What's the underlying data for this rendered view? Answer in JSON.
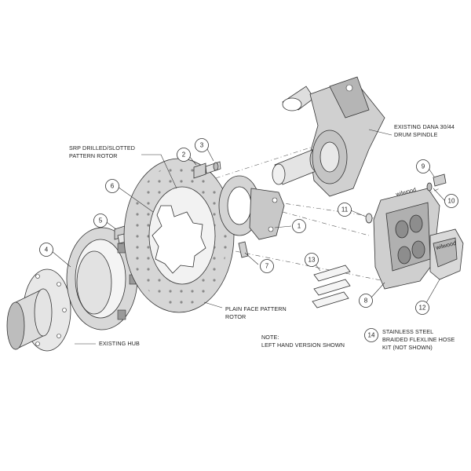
{
  "labels": {
    "srp_rotor_line1": "SRP DRILLED/SLOTTED",
    "srp_rotor_line2": "PATTERN ROTOR",
    "spindle_line1": "EXISTING DANA 30/44",
    "spindle_line2": "DRUM SPINDLE",
    "plain_rotor_line1": "PLAIN FACE PATTERN",
    "plain_rotor_line2": "ROTOR",
    "hub": "EXISTING HUB",
    "note_line1": "NOTE:",
    "note_line2": "LEFT HAND VERSION SHOWN",
    "hose_line1": "STAINLESS STEEL",
    "hose_line2": "BRAIDED FLEXLINE HOSE",
    "hose_line3": "KIT (NOT SHOWN)",
    "caliper_brand": "wilwood",
    "pad_brand": "wilwood"
  },
  "callouts": [
    "1",
    "2",
    "3",
    "4",
    "5",
    "6",
    "7",
    "8",
    "9",
    "10",
    "11",
    "12",
    "13",
    "14"
  ],
  "colors": {
    "fill_light": "#ececec",
    "fill_mid": "#d2d2d2",
    "fill_dark": "#9a9a9a",
    "stroke": "#333333"
  }
}
